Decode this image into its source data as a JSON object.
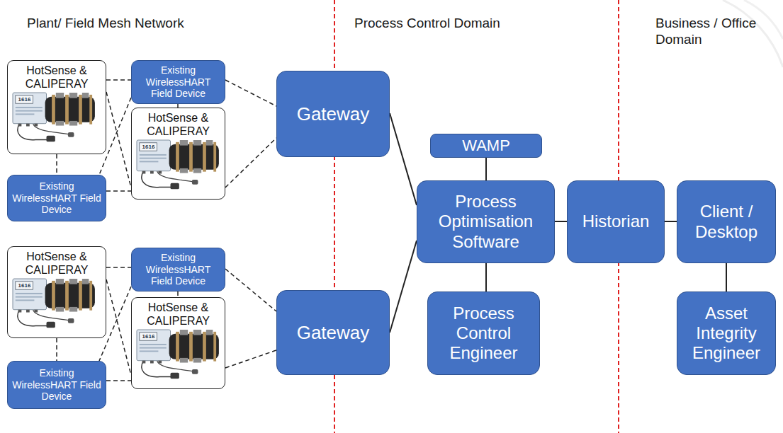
{
  "diagram": {
    "nodes": [
      {
        "text": [
          "HotSense & CALIPERAY"
        ]
      },
      {
        "text": [
          "Existing WirelessHART Field Device"
        ]
      },
      {
        "text": [
          "HotSense & CALIPERAY"
        ]
      },
      {
        "text": [
          "Existing WirelessHART Field Device"
        ]
      },
      {
        "text": [
          "HotSense & CALIPERAY"
        ]
      },
      {
        "text": [
          "Existing WirelessHART Field Device"
        ]
      },
      {
        "text": [
          "HotSense & CALIPERAY"
        ]
      },
      {
        "text": [
          "Existing WirelessHART Field Device"
        ]
      },
      {
        "text": [
          "Gateway"
        ]
      },
      {
        "text": [
          "Gateway"
        ]
      },
      {
        "text": [
          "WAMP"
        ]
      },
      {
        "text": [
          "Process Optimisation Software"
        ]
      },
      {
        "text": [
          "Process Control Engineer"
        ]
      },
      {
        "text": [
          "Historian"
        ]
      },
      {
        "text": [
          "Client / Desktop"
        ]
      },
      {
        "text": [
          "Asset Integrity Engineer"
        ]
      }
    ],
    "edges": [
      {
        "from": 0,
        "to": 1,
        "arrow": "none"
      },
      {
        "from": 0,
        "to": 2,
        "arrow": "none"
      },
      {
        "from": 0,
        "to": 3,
        "arrow": "none"
      },
      {
        "from": 1,
        "to": 2,
        "arrow": "none"
      },
      {
        "from": 1,
        "to": 3,
        "arrow": "none"
      },
      {
        "from": 3,
        "to": 2,
        "arrow": "none"
      },
      {
        "from": 1,
        "to": 8,
        "arrow": "none"
      },
      {
        "from": 2,
        "to": 8,
        "arrow": "none"
      },
      {
        "from": 4,
        "to": 5,
        "arrow": "none"
      },
      {
        "from": 4,
        "to": 6,
        "arrow": "none"
      },
      {
        "from": 4,
        "to": 7,
        "arrow": "none"
      },
      {
        "from": 5,
        "to": 6,
        "arrow": "none"
      },
      {
        "from": 5,
        "to": 7,
        "arrow": "none"
      },
      {
        "from": 7,
        "to": 6,
        "arrow": "none"
      },
      {
        "from": 5,
        "to": 9,
        "arrow": "none"
      },
      {
        "from": 6,
        "to": 9,
        "arrow": "none"
      },
      {
        "from": 8,
        "to": 11,
        "arrow": "none"
      },
      {
        "from": 9,
        "to": 11,
        "arrow": "none"
      },
      {
        "from": 10,
        "to": 11,
        "arrow": "none"
      },
      {
        "from": 11,
        "to": 13,
        "arrow": "none"
      },
      {
        "from": 11,
        "to": 12,
        "arrow": "none"
      },
      {
        "from": 13,
        "to": 14,
        "arrow": "none"
      },
      {
        "from": 14,
        "to": 15,
        "arrow": "none"
      }
    ],
    "labels": [
      "Plant/ Field Mesh Network",
      "Process Control Domain",
      "Business / Office Domain",
      "1616",
      "1616",
      "1616",
      "1616"
    ]
  }
}
